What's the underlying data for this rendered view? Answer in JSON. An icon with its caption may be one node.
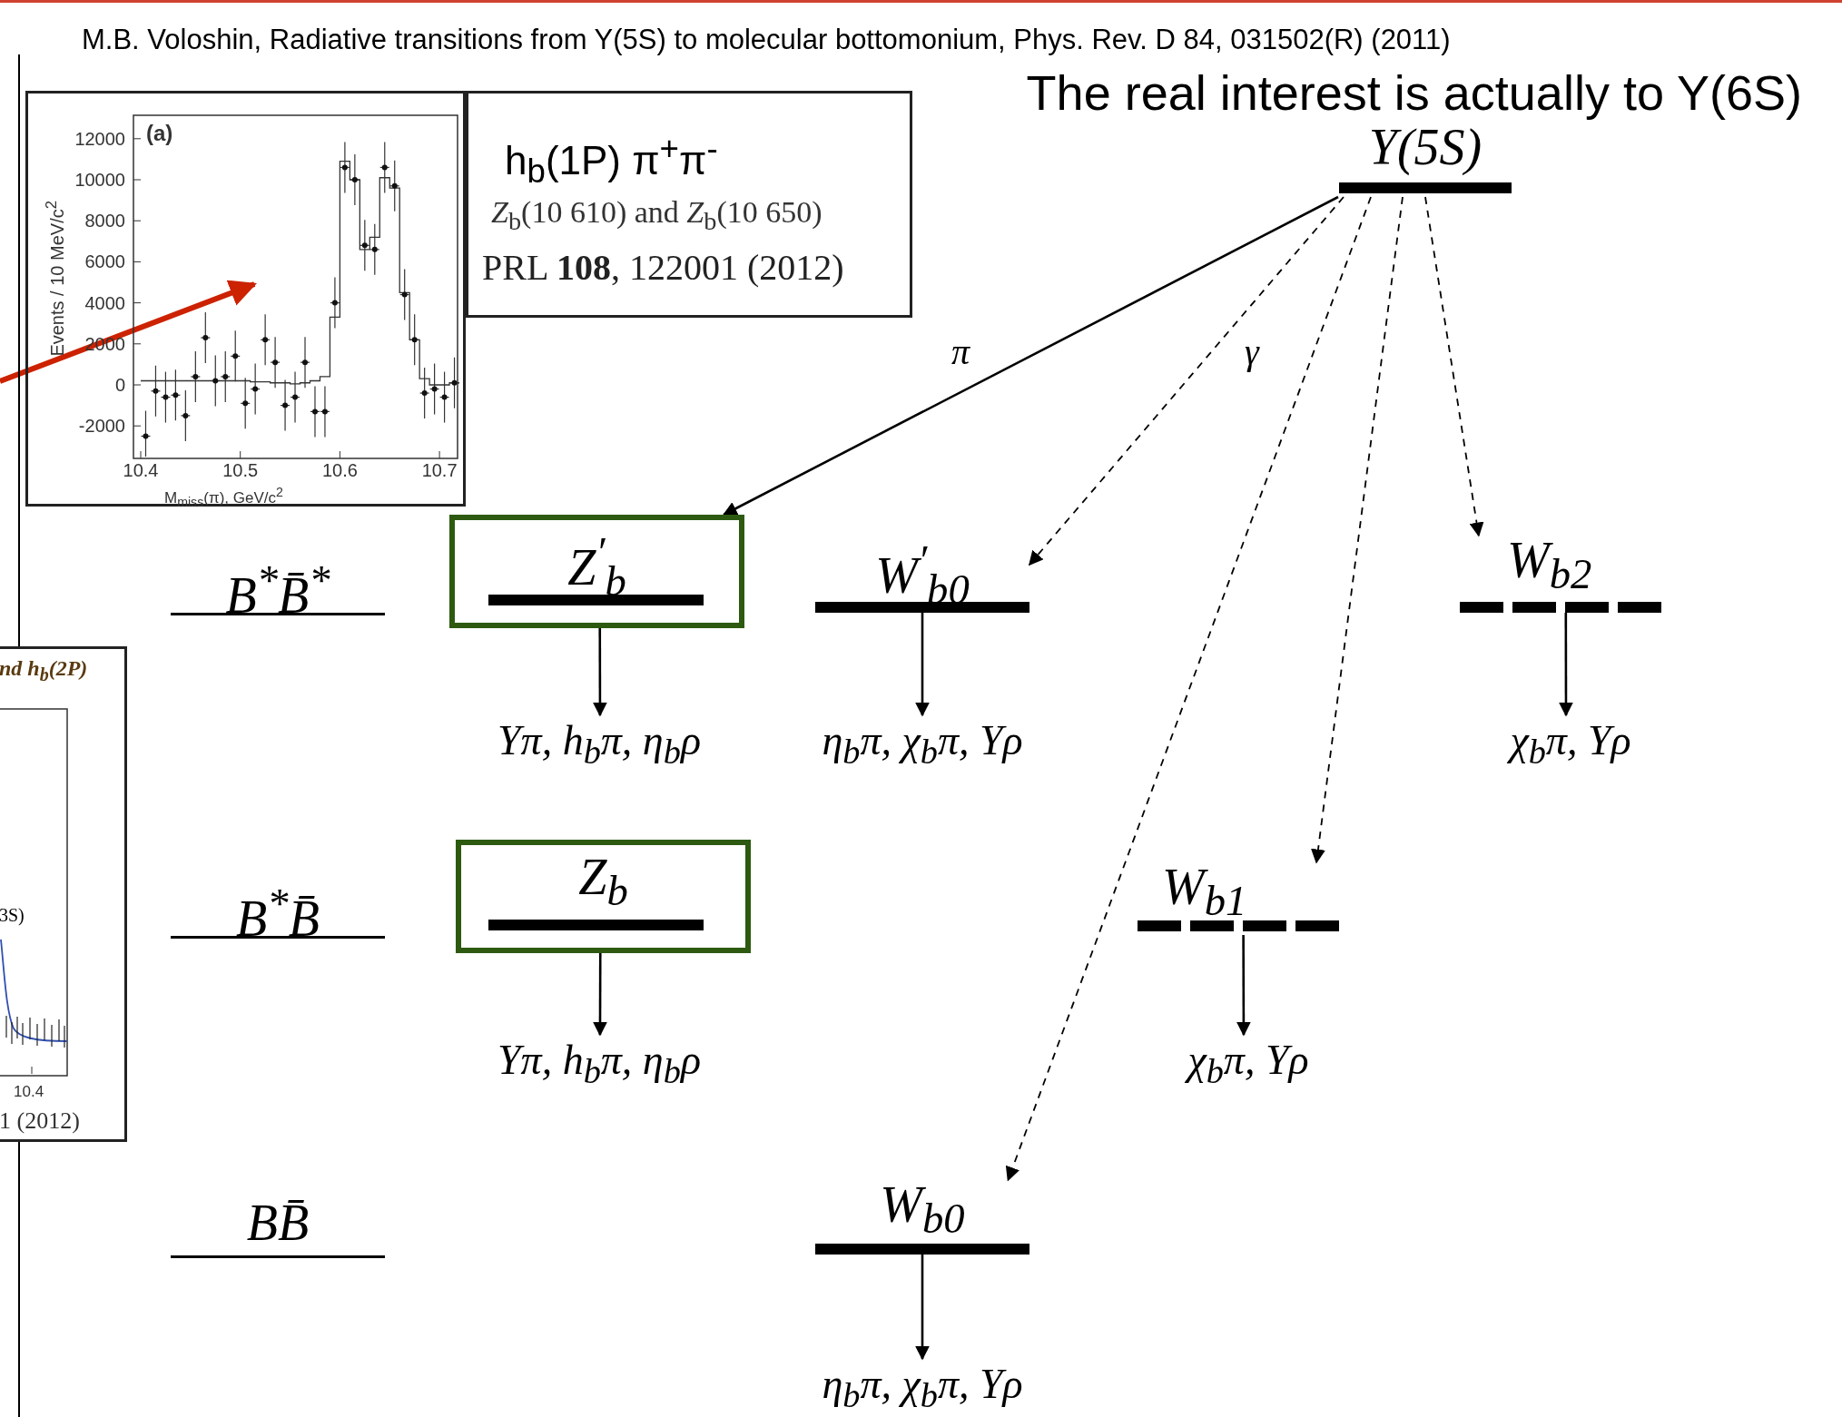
{
  "diagram": {
    "title": "M.B. Voloshin,  Radiative transitions from Y(5S) to molecular bottomonium, Phys. Rev. D 84, 031502(R) (2011)",
    "nodes": [
      {
        "text": [
          "Υ(5S)"
        ]
      },
      {
        "text": [
          "B$^{*}$B̄$^{*}$"
        ]
      },
      {
        "text": [
          "Z$^{′}$$_{b}$"
        ]
      },
      {
        "text": [
          "Υπ, h$_{b}$π, η$_{b}$ρ"
        ]
      },
      {
        "text": [
          "W$^{′}$$_{b0}$"
        ]
      },
      {
        "text": [
          "η$_{b}$π, χ$_{b}$π, Υρ"
        ]
      },
      {
        "text": [
          "W$_{b2}$"
        ]
      },
      {
        "text": [
          "χ$_{b}$π, Υρ"
        ]
      },
      {
        "text": [
          "B$^{*}$B̄"
        ]
      },
      {
        "text": [
          "Z$_{b}$"
        ]
      },
      {
        "text": [
          "Υπ, h$_{b}$π, η$_{b}$ρ"
        ]
      },
      {
        "text": [
          "W$_{b1}$"
        ]
      },
      {
        "text": [
          "χ$_{b}$π, Υρ"
        ]
      },
      {
        "text": [
          "BB̄"
        ]
      },
      {
        "text": [
          "W$_{b0}$"
        ]
      },
      {
        "text": [
          "η$_{b}$π, χ$_{b}$π, Υρ"
        ]
      },
      {
        "text": [
          "(a)",
          "Events / 10 MeV/c$^{2}$",
          "M$_{miss}$(π), GeV/c$^{2}$"
        ]
      },
      {
        "text": [
          "h$_{b}$(1P) π$^{+}$π$^{-}$",
          "*Z*$_{b}$(10 610) and *Z*$_{b}$(10 650)",
          "PRL **108**, 122001 (2012)"
        ]
      },
      {
        "text": [
          "nd h$_{b}$(2P)",
          "3S)",
          "10.4",
          "1 (2012)"
        ]
      }
    ],
    "edges": [
      {
        "from": 0,
        "to": 2,
        "arrow": "to",
        "label": "π"
      },
      {
        "from": 0,
        "to": 4,
        "arrow": "to",
        "label": "γ",
        "style": "dashed"
      },
      {
        "from": 0,
        "to": 14,
        "arrow": "to",
        "style": "dashed"
      },
      {
        "from": 0,
        "to": 11,
        "arrow": "to",
        "style": "dashed"
      },
      {
        "from": 0,
        "to": 6,
        "arrow": "to",
        "style": "dashed"
      },
      {
        "from": 2,
        "to": 3,
        "arrow": "to"
      },
      {
        "from": 4,
        "to": 5,
        "arrow": "to"
      },
      {
        "from": 6,
        "to": 7,
        "arrow": "to"
      },
      {
        "from": 9,
        "to": 10,
        "arrow": "to"
      },
      {
        "from": 11,
        "to": 12,
        "arrow": "to"
      },
      {
        "from": 14,
        "to": 15,
        "arrow": "to"
      },
      {
        "from": null,
        "to": 16,
        "arrow": "to",
        "style": "thick",
        "color": "#cc2200"
      }
    ],
    "labels": [
      "The real interest is actually to Y(6S)",
      "12000",
      "10000",
      "8000",
      "6000",
      "4000",
      "2000",
      "0",
      "-2000",
      "10.4",
      "10.5",
      "10.6",
      "10.7"
    ]
  }
}
